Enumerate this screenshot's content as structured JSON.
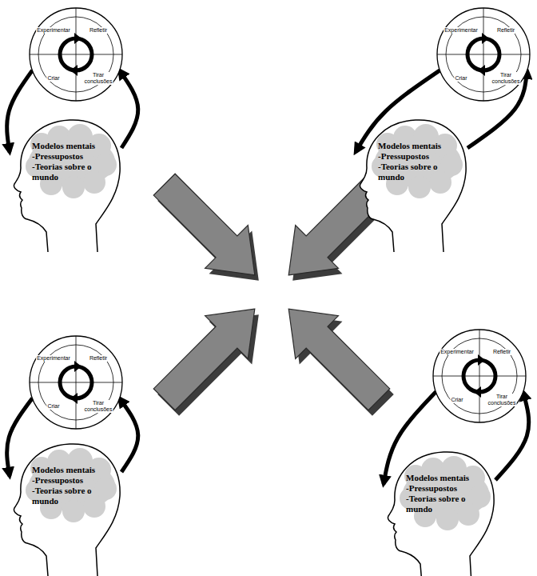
{
  "diagram": {
    "nodes": [
      {
        "text": [
          "Experimentar",
          "Refletir",
          "Criar",
          "Tirar conclusões"
        ]
      },
      {
        "text": [
          "Modelos mentais",
          "-Pressupostos",
          "-Teorias sobre o mundo"
        ]
      },
      {
        "text": [
          "Experimentar",
          "Refletir",
          "Criar",
          "Tirar conclusões"
        ]
      },
      {
        "text": [
          "Modelos mentais",
          "-Pressupostos",
          "-Teorias sobre o mundo"
        ]
      },
      {
        "text": [
          "Experimentar",
          "Refletir",
          "Criar",
          "Tirar conclusões"
        ]
      },
      {
        "text": [
          "Modelos mentais",
          "-Pressupostos",
          "-Teorias sobre o mundo"
        ]
      },
      {
        "text": [
          "Experimentar",
          "Refletir",
          "Criar",
          "Tirar conclusões"
        ]
      },
      {
        "text": [
          "Modelos mentais",
          "-Pressupostos",
          "-Teorias sobre o mundo"
        ]
      }
    ],
    "edges": [
      {
        "from": 0,
        "to": 1,
        "arrow": "to"
      },
      {
        "from": 1,
        "to": 0,
        "arrow": "to"
      },
      {
        "from": 2,
        "to": 3,
        "arrow": "to"
      },
      {
        "from": 3,
        "to": 2,
        "arrow": "to"
      },
      {
        "from": 4,
        "to": 5,
        "arrow": "to"
      },
      {
        "from": 5,
        "to": 4,
        "arrow": "to"
      },
      {
        "from": 6,
        "to": 7,
        "arrow": "to"
      },
      {
        "from": 7,
        "to": 6,
        "arrow": "to"
      }
    ]
  }
}
